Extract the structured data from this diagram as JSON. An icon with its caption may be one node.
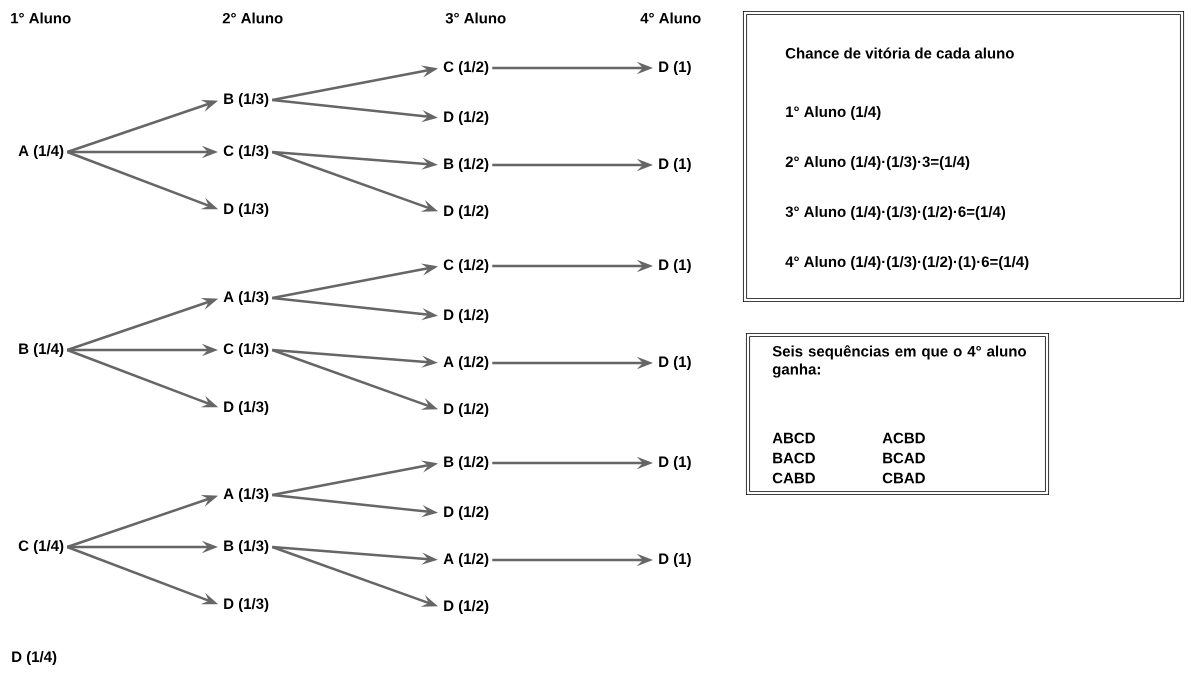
{
  "diagram": {
    "nodes": [
      {
        "text": [
          "A (1/4)"
        ]
      },
      {
        "text": [
          "B (1/3)"
        ]
      },
      {
        "text": [
          "C (1/3)"
        ]
      },
      {
        "text": [
          "D (1/3)"
        ]
      },
      {
        "text": [
          "C (1/2)"
        ]
      },
      {
        "text": [
          "D (1/2)"
        ]
      },
      {
        "text": [
          "B (1/2)"
        ]
      },
      {
        "text": [
          "D (1/2)"
        ]
      },
      {
        "text": [
          "D (1)"
        ]
      },
      {
        "text": [
          "D (1)"
        ]
      },
      {
        "text": [
          "B (1/4)"
        ]
      },
      {
        "text": [
          "A (1/3)"
        ]
      },
      {
        "text": [
          "C (1/3)"
        ]
      },
      {
        "text": [
          "D (1/3)"
        ]
      },
      {
        "text": [
          "C (1/2)"
        ]
      },
      {
        "text": [
          "D (1/2)"
        ]
      },
      {
        "text": [
          "A (1/2)"
        ]
      },
      {
        "text": [
          "D (1/2)"
        ]
      },
      {
        "text": [
          "D (1)"
        ]
      },
      {
        "text": [
          "D (1)"
        ]
      },
      {
        "text": [
          "C (1/4)"
        ]
      },
      {
        "text": [
          "A (1/3)"
        ]
      },
      {
        "text": [
          "B (1/3)"
        ]
      },
      {
        "text": [
          "D (1/3)"
        ]
      },
      {
        "text": [
          "B (1/2)"
        ]
      },
      {
        "text": [
          "D (1/2)"
        ]
      },
      {
        "text": [
          "A (1/2)"
        ]
      },
      {
        "text": [
          "D (1/2)"
        ]
      },
      {
        "text": [
          "D (1)"
        ]
      },
      {
        "text": [
          "D (1)"
        ]
      },
      {
        "text": [
          "D (1/4)"
        ]
      },
      {
        "text": [
          "Chance de vitória de cada aluno",
          "1° Aluno (1/4)",
          "2° Aluno (1/4)·(1/3)·3=(1/4)",
          "3° Aluno (1/4)·(1/3)·(1/2)·6=(1/4)",
          "4° Aluno (1/4)·(1/3)·(1/2)·(1)·6=(1/4)"
        ]
      },
      {
        "text": [
          "Seis sequências em que o 4° aluno ganha:",
          "ABCD",
          "ACBD",
          "BACD",
          "BCAD",
          "CABD",
          "CBAD"
        ]
      }
    ],
    "edges": [
      {
        "from": 0,
        "to": 1,
        "arrow": "to"
      },
      {
        "from": 0,
        "to": 2,
        "arrow": "to"
      },
      {
        "from": 0,
        "to": 3,
        "arrow": "to"
      },
      {
        "from": 1,
        "to": 4,
        "arrow": "to"
      },
      {
        "from": 1,
        "to": 5,
        "arrow": "to"
      },
      {
        "from": 2,
        "to": 6,
        "arrow": "to"
      },
      {
        "from": 2,
        "to": 7,
        "arrow": "to"
      },
      {
        "from": 4,
        "to": 8,
        "arrow": "to"
      },
      {
        "from": 6,
        "to": 9,
        "arrow": "to"
      },
      {
        "from": 10,
        "to": 11,
        "arrow": "to"
      },
      {
        "from": 10,
        "to": 12,
        "arrow": "to"
      },
      {
        "from": 10,
        "to": 13,
        "arrow": "to"
      },
      {
        "from": 11,
        "to": 14,
        "arrow": "to"
      },
      {
        "from": 11,
        "to": 15,
        "arrow": "to"
      },
      {
        "from": 12,
        "to": 16,
        "arrow": "to"
      },
      {
        "from": 12,
        "to": 17,
        "arrow": "to"
      },
      {
        "from": 14,
        "to": 18,
        "arrow": "to"
      },
      {
        "from": 16,
        "to": 19,
        "arrow": "to"
      },
      {
        "from": 20,
        "to": 21,
        "arrow": "to"
      },
      {
        "from": 20,
        "to": 22,
        "arrow": "to"
      },
      {
        "from": 20,
        "to": 23,
        "arrow": "to"
      },
      {
        "from": 21,
        "to": 24,
        "arrow": "to"
      },
      {
        "from": 21,
        "to": 25,
        "arrow": "to"
      },
      {
        "from": 22,
        "to": 26,
        "arrow": "to"
      },
      {
        "from": 22,
        "to": 27,
        "arrow": "to"
      },
      {
        "from": 24,
        "to": 28,
        "arrow": "to"
      },
      {
        "from": 26,
        "to": 29,
        "arrow": "to"
      }
    ],
    "labels": [
      "1° Aluno",
      "2° Aluno",
      "3° Aluno",
      "4° Aluno"
    ]
  }
}
